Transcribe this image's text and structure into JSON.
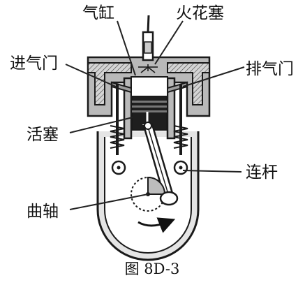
{
  "labels": {
    "cylinder": "气缸",
    "spark_plug": "火花塞",
    "intake_valve": "进气门",
    "exhaust_valve": "排气门",
    "piston": "活塞",
    "connecting_rod": "连杆",
    "crankshaft": "曲轴"
  },
  "caption": "图 8D-3",
  "colors": {
    "piston_ring": "#1e1e1e",
    "metal": "#b9b9b9",
    "line": "#1a1a1a"
  },
  "icons": [
    "piston-direction-arrow",
    "crank-rotation-arrow",
    "spark-icon"
  ]
}
